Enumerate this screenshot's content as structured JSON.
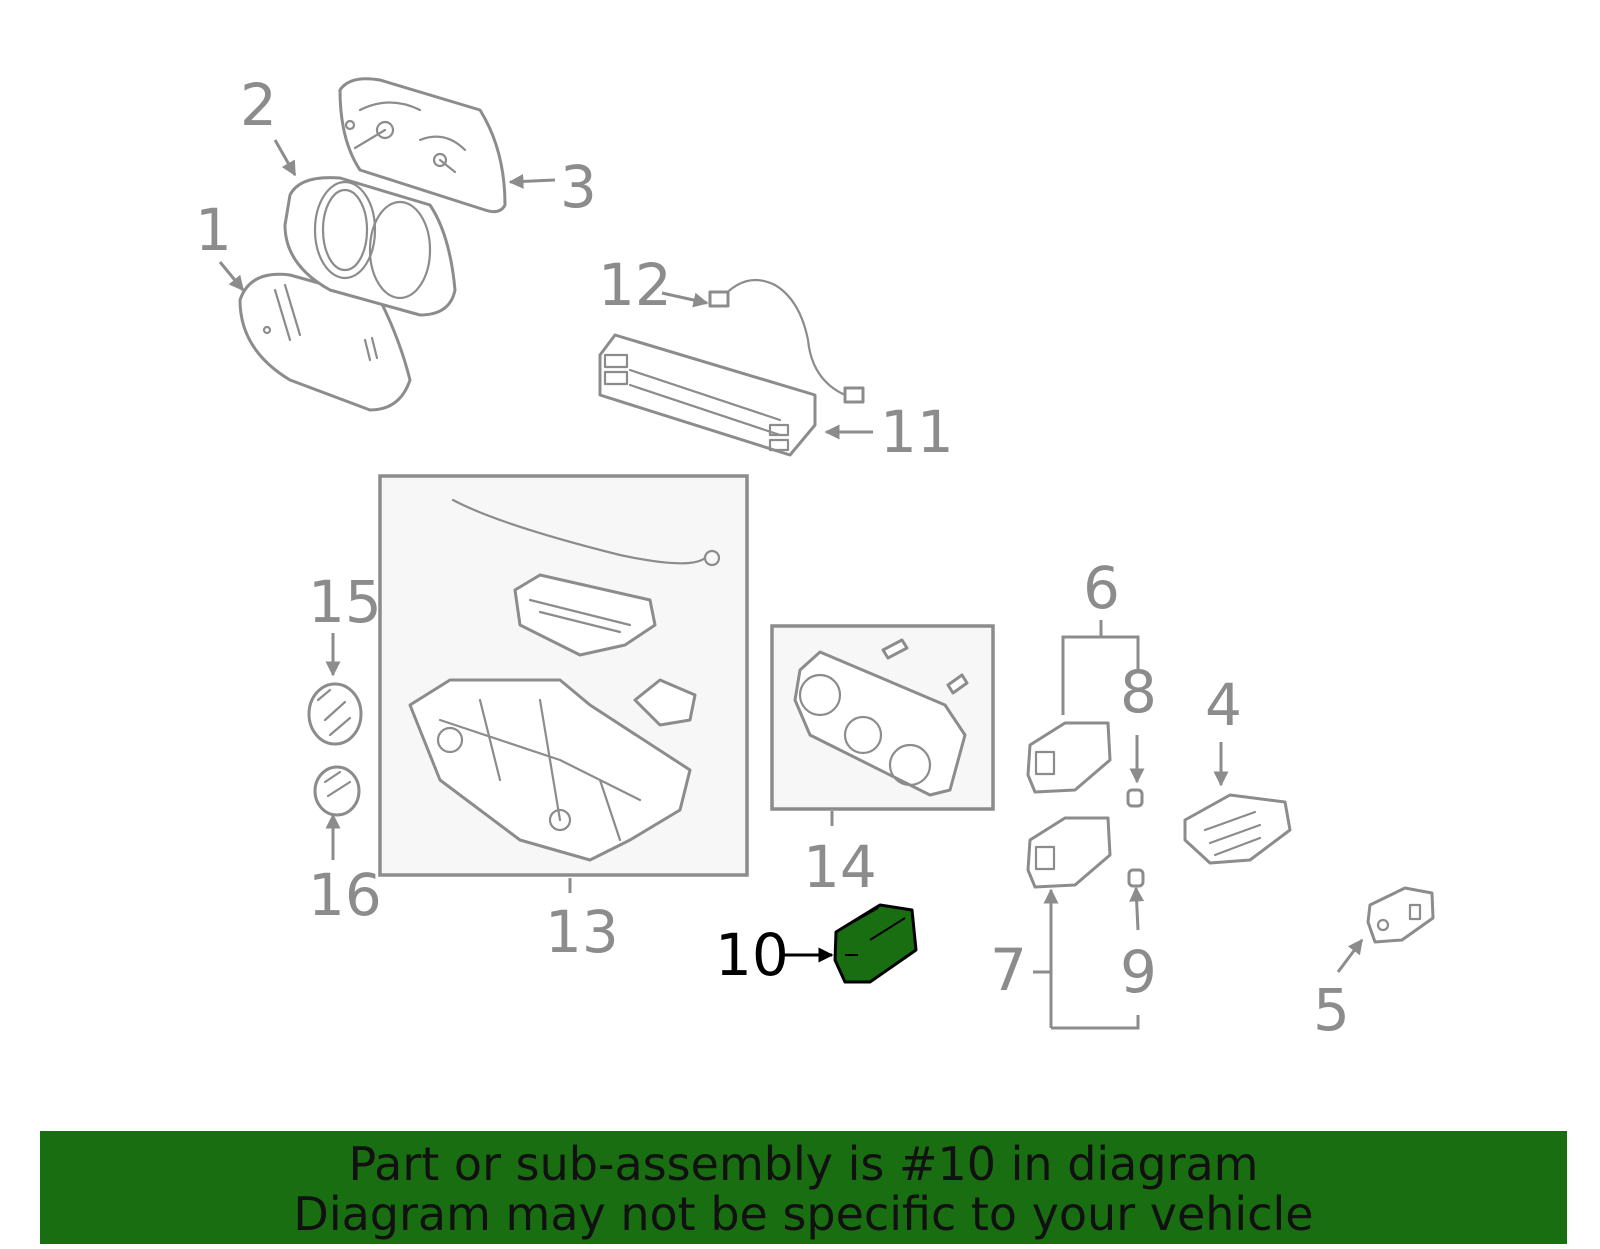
{
  "highlight_color": "#1a6e12",
  "leader_color": "#8c8c8c",
  "callouts": {
    "c1": "1",
    "c2": "2",
    "c3": "3",
    "c4": "4",
    "c5": "5",
    "c6": "6",
    "c7": "7",
    "c8": "8",
    "c9": "9",
    "c10": "10",
    "c11": "11",
    "c12": "12",
    "c13": "13",
    "c14": "14",
    "c15": "15",
    "c16": "16"
  },
  "footer": {
    "line1": "Part or sub-assembly is #10 in diagram",
    "line2": "Diagram may not be specific to your vehicle"
  }
}
